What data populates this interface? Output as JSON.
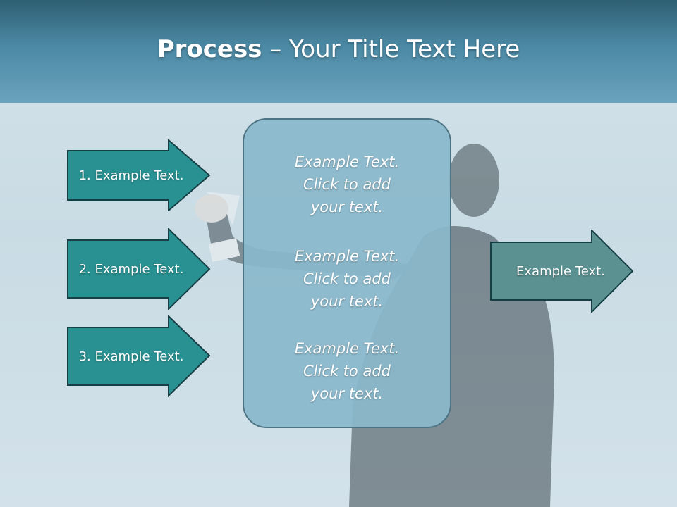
{
  "title": {
    "bold": "Process",
    "rest": " – Your Title Text Here"
  },
  "inputs": [
    {
      "label": "1. Example Text."
    },
    {
      "label": "2. Example Text."
    },
    {
      "label": "3. Example Text."
    }
  ],
  "center_box": [
    {
      "text": "Example Text.\nClick  to add\nyour text."
    },
    {
      "text": "Example Text.\nClick  to add\nyour text."
    },
    {
      "text": "Example Text.\nClick  to add\nyour text."
    }
  ],
  "output": {
    "label": "Example Text."
  },
  "colors": {
    "header_dark": "#2e5f73",
    "input_arrow_fill": "#2a9192",
    "input_arrow_stroke": "#163f45",
    "output_arrow_fill": "#5b9191",
    "center_box_fill": "#8ab8cb",
    "text": "#ffffff"
  }
}
